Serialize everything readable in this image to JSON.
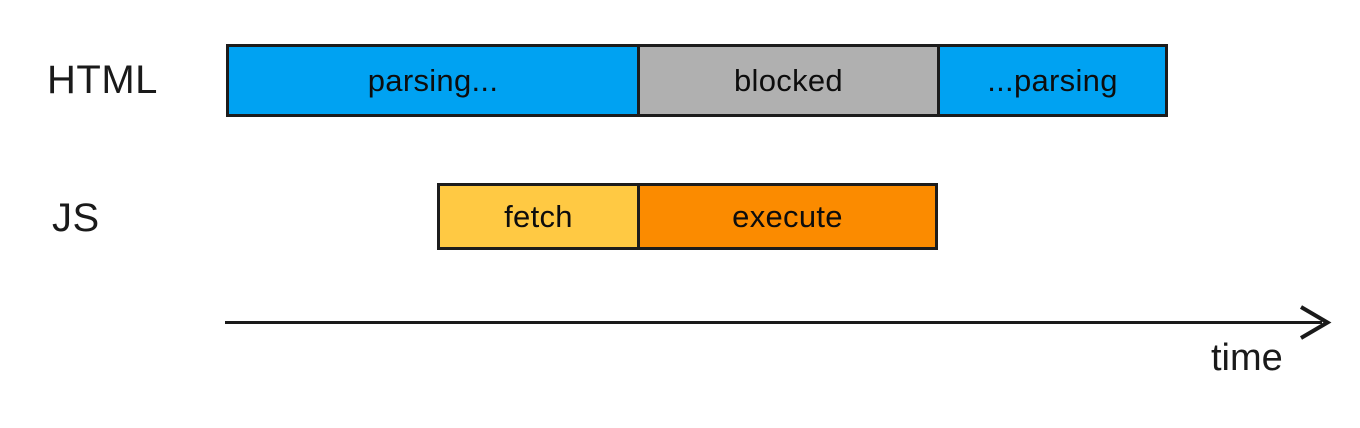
{
  "diagram": {
    "name": "script-loading-timeline",
    "rows": [
      {
        "label": "HTML",
        "segments": [
          {
            "label": "parsing...",
            "color": "#00a2f2"
          },
          {
            "label": "blocked",
            "color": "#b0b0b0"
          },
          {
            "label": "...parsing",
            "color": "#00a2f2"
          }
        ]
      },
      {
        "label": "JS",
        "segments": [
          {
            "label": "fetch",
            "color": "#ffc943"
          },
          {
            "label": "execute",
            "color": "#fb8b00"
          }
        ]
      }
    ],
    "axis": {
      "label": "time"
    },
    "colors": {
      "bar_border": "#1c1c1c",
      "text": "#0d0d0d",
      "background": "#ffffff",
      "blue_parsing": "#00a2f2",
      "gray_blocked": "#b0b0b0",
      "yellow_fetch": "#ffc943",
      "orange_execute": "#fb8b00"
    }
  }
}
